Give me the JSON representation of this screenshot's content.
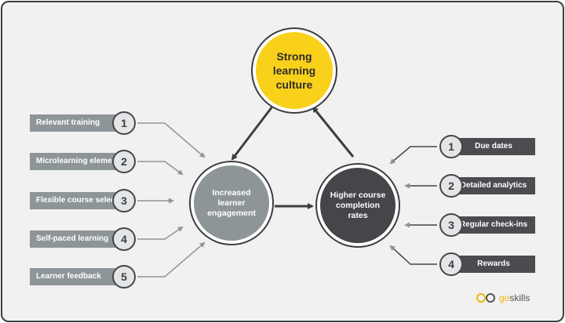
{
  "center": {
    "top_label": "Strong learning culture",
    "left_label": "Increased learner engagement",
    "right_label": "Higher course completion rates"
  },
  "left_items": [
    {
      "label": "Relevant training",
      "number": "1"
    },
    {
      "label": "Microlearning elements",
      "number": "2"
    },
    {
      "label": "Flexible course selection",
      "number": "3"
    },
    {
      "label": "Self-paced learning",
      "number": "4"
    },
    {
      "label": "Learner feedback",
      "number": "5"
    }
  ],
  "right_items": [
    {
      "label": "Due dates",
      "number": "1"
    },
    {
      "label": "Detailed analytics",
      "number": "2"
    },
    {
      "label": "Regular check-ins",
      "number": "3"
    },
    {
      "label": "Rewards",
      "number": "4"
    }
  ],
  "logo": {
    "go": "go",
    "skills": "skills",
    "icon": "infinity-logo-icon"
  },
  "colors": {
    "yellow": "#f9d11a",
    "grey": "#8d9599",
    "dark": "#454649",
    "arrow": "#3d3e40",
    "connector": "#8d9599"
  }
}
